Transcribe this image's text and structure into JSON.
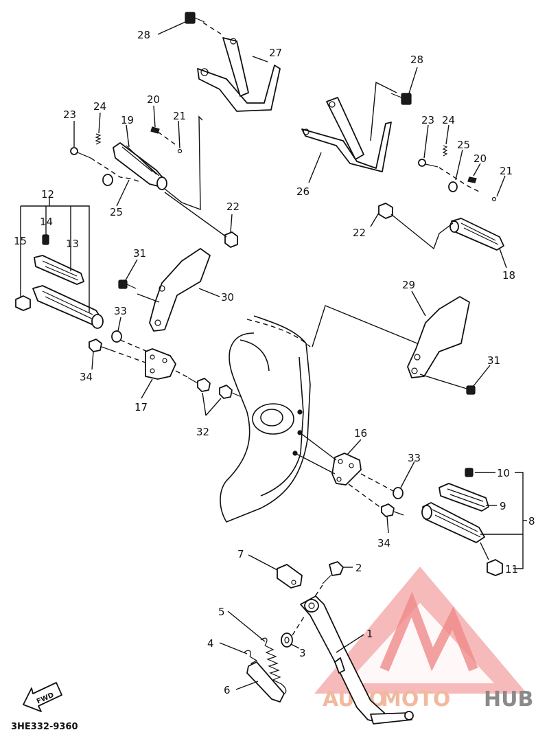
{
  "diagram_code": "3HE332-9360",
  "fwd_label": "FWD",
  "watermark": {
    "part1": "AUTO",
    "part2": "MOTO",
    "part3": "HUB",
    "accent": "#f08a8a"
  },
  "callouts": [
    "1",
    "2",
    "3",
    "4",
    "5",
    "6",
    "7",
    "8",
    "9",
    "10",
    "11",
    "12",
    "13",
    "14",
    "15",
    "16",
    "17",
    "18",
    "19",
    "20",
    "21",
    "22",
    "23",
    "24",
    "25",
    "26",
    "27",
    "28",
    "29",
    "30",
    "31",
    "32",
    "33",
    "34"
  ],
  "callout_repeats": {
    "c20b": "20",
    "c21b": "21",
    "c22b": "22",
    "c23b": "23",
    "c24b": "24",
    "c25b": "25",
    "c28b": "28",
    "c31b": "31",
    "c33b": "33",
    "c34b": "34"
  }
}
